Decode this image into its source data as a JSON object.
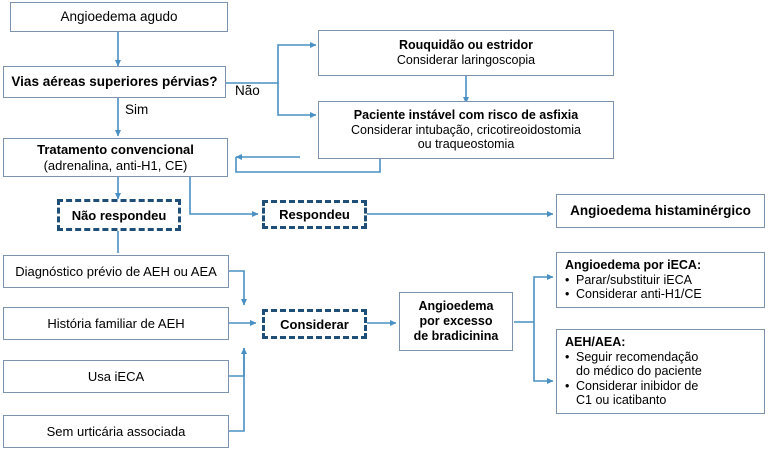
{
  "diagram": {
    "title": "Fluxograma de manejo do angioedema agudo",
    "language": "pt-BR",
    "colors": {
      "box_border": "#7d93ad",
      "dashed_border": "#1f4e79",
      "connector": "#4a90c4",
      "text": "#000000",
      "background": "#ffffff"
    }
  },
  "nodes": {
    "start": {
      "label": "Angioedema agudo"
    },
    "airway_question": {
      "label": "Vias aéreas superiores pérvias?"
    },
    "hoarseness": {
      "title": "Rouquidão ou estridor",
      "detail": "Considerar laringoscopia"
    },
    "unstable": {
      "title": "Paciente instável com risco de asfixia",
      "detail_line1": "Considerar intubação, cricotireoidostomia",
      "detail_line2": "ou traqueostomia"
    },
    "conventional_treatment": {
      "title": "Tratamento convencional",
      "detail": "(adrenalina, anti-H1, CE)"
    },
    "no_response": {
      "label": "Não respondeu"
    },
    "responded": {
      "label": "Respondeu"
    },
    "histaminergic": {
      "label": "Angioedema histaminérgico"
    },
    "prior_diagnosis": {
      "label": "Diagnóstico prévio de AEH ou AEA"
    },
    "family_history": {
      "label": "História familiar de AEH"
    },
    "uses_ieca": {
      "label": "Usa iECA"
    },
    "no_urticaria": {
      "label": "Sem urticária associada"
    },
    "consider": {
      "label": "Considerar"
    },
    "bradykinin": {
      "line1": "Angioedema",
      "line2": "por excesso",
      "line3": "de bradicinina"
    },
    "ieca_angioedema": {
      "title": "Angioedema por iECA:",
      "bullets": [
        "Parar/substituir iECA",
        "Considerar anti-H1/CE"
      ]
    },
    "aeh_aea": {
      "title": "AEH/AEA:",
      "bullets": [
        "Seguir recomendação do médico do paciente",
        "Considerar inibidor de C1 ou icatibanto"
      ],
      "bullet_lines": [
        [
          "Seguir recomendação",
          "do médico do paciente"
        ],
        [
          "Considerar inibidor de",
          "C1 ou icatibanto"
        ]
      ]
    }
  },
  "edge_labels": {
    "yes": "Sim",
    "no": "Não"
  }
}
